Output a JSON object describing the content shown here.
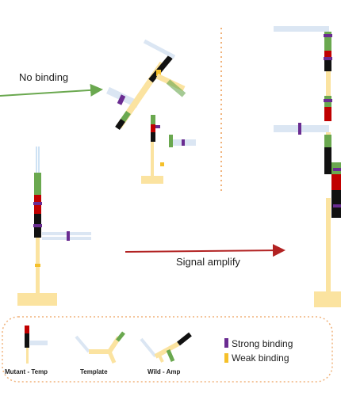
{
  "labels": {
    "no_binding": "No binding",
    "signal_amplify": "Signal amplify"
  },
  "legend": {
    "mutant_temp": "Mutant - Temp",
    "template": "Template",
    "wild_amp": "Wild - Amp",
    "strong_binding": "Strong binding",
    "weak_binding": "Weak binding"
  },
  "colors": {
    "strong": "#6a2c91",
    "weak": "#f5c02a",
    "green": "#6aa84f",
    "red": "#c00000",
    "black": "#111111",
    "strand_yellow": "#fbe3a0",
    "strand_blue": "#dbe6f3",
    "arrow_green": "#6aa84f",
    "arrow_red": "#b22222",
    "divider": "#f0b27a"
  }
}
